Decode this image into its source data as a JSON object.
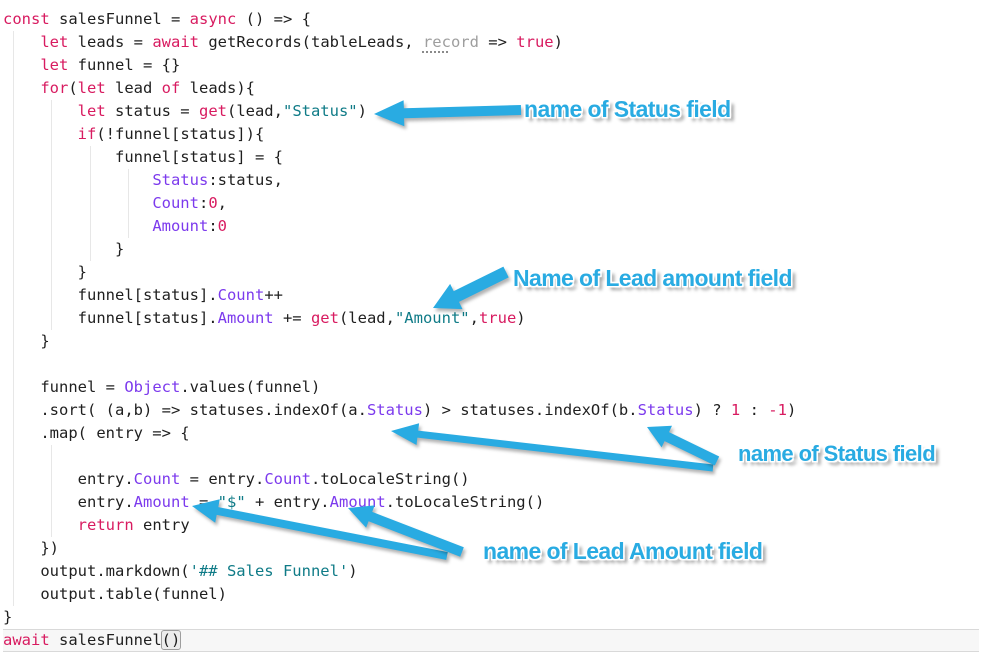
{
  "editor": {
    "language": "javascript",
    "background_color": "#ffffff",
    "syntax_colors": {
      "keyword": "#d81b60",
      "property": "#7c3aed",
      "string": "#0f7b87",
      "number": "#d81b60",
      "default": "#1f1f1f",
      "unused_param": "#9e9e9e",
      "indent_guide": "#e7e7e7"
    },
    "lines": [
      {
        "g": 0,
        "tokens": [
          {
            "c": "k",
            "t": "const"
          },
          {
            "c": "d",
            "t": " salesFunnel = "
          },
          {
            "c": "k",
            "t": "async"
          },
          {
            "c": "d",
            "t": " () => {"
          }
        ]
      },
      {
        "g": 1,
        "tokens": [
          {
            "c": "d",
            "t": "    "
          },
          {
            "c": "k",
            "t": "let"
          },
          {
            "c": "d",
            "t": " leads = "
          },
          {
            "c": "k",
            "t": "await"
          },
          {
            "c": "d",
            "t": " getRecords(tableLeads, "
          },
          {
            "c": "gu",
            "t": "rec"
          },
          {
            "c": "g",
            "t": "ord"
          },
          {
            "c": "d",
            "t": " => "
          },
          {
            "c": "k",
            "t": "true"
          },
          {
            "c": "d",
            "t": ")"
          }
        ]
      },
      {
        "g": 1,
        "tokens": [
          {
            "c": "d",
            "t": "    "
          },
          {
            "c": "k",
            "t": "let"
          },
          {
            "c": "d",
            "t": " funnel = {}"
          }
        ]
      },
      {
        "g": 1,
        "tokens": [
          {
            "c": "d",
            "t": "    "
          },
          {
            "c": "k",
            "t": "for"
          },
          {
            "c": "d",
            "t": "("
          },
          {
            "c": "k",
            "t": "let"
          },
          {
            "c": "d",
            "t": " lead "
          },
          {
            "c": "k",
            "t": "of"
          },
          {
            "c": "d",
            "t": " leads){"
          }
        ]
      },
      {
        "g": 2,
        "tokens": [
          {
            "c": "d",
            "t": "        "
          },
          {
            "c": "k",
            "t": "let"
          },
          {
            "c": "d",
            "t": " status = "
          },
          {
            "c": "k",
            "t": "get"
          },
          {
            "c": "d",
            "t": "(lead,"
          },
          {
            "c": "s",
            "t": "\"Status\""
          },
          {
            "c": "d",
            "t": ")"
          }
        ]
      },
      {
        "g": 2,
        "tokens": [
          {
            "c": "d",
            "t": "        "
          },
          {
            "c": "k",
            "t": "if"
          },
          {
            "c": "d",
            "t": "(!funnel[status]){"
          }
        ]
      },
      {
        "g": 3,
        "tokens": [
          {
            "c": "d",
            "t": "            funnel[status] = {"
          }
        ]
      },
      {
        "g": 4,
        "tokens": [
          {
            "c": "d",
            "t": "                "
          },
          {
            "c": "p",
            "t": "Status"
          },
          {
            "c": "d",
            "t": ":status,"
          }
        ]
      },
      {
        "g": 4,
        "tokens": [
          {
            "c": "d",
            "t": "                "
          },
          {
            "c": "p",
            "t": "Count"
          },
          {
            "c": "d",
            "t": ":"
          },
          {
            "c": "n",
            "t": "0"
          },
          {
            "c": "d",
            "t": ","
          }
        ]
      },
      {
        "g": 4,
        "tokens": [
          {
            "c": "d",
            "t": "                "
          },
          {
            "c": "p",
            "t": "Amount"
          },
          {
            "c": "d",
            "t": ":"
          },
          {
            "c": "n",
            "t": "0"
          }
        ]
      },
      {
        "g": 3,
        "tokens": [
          {
            "c": "d",
            "t": "            }"
          }
        ]
      },
      {
        "g": 2,
        "tokens": [
          {
            "c": "d",
            "t": "        }"
          }
        ]
      },
      {
        "g": 2,
        "tokens": [
          {
            "c": "d",
            "t": "        funnel[status]."
          },
          {
            "c": "p",
            "t": "Count"
          },
          {
            "c": "d",
            "t": "++"
          }
        ]
      },
      {
        "g": 2,
        "tokens": [
          {
            "c": "d",
            "t": "        funnel[status]."
          },
          {
            "c": "p",
            "t": "Amount"
          },
          {
            "c": "d",
            "t": " += "
          },
          {
            "c": "k",
            "t": "get"
          },
          {
            "c": "d",
            "t": "(lead,"
          },
          {
            "c": "s",
            "t": "\"Amount\""
          },
          {
            "c": "d",
            "t": ","
          },
          {
            "c": "k",
            "t": "true"
          },
          {
            "c": "d",
            "t": ")"
          }
        ]
      },
      {
        "g": 1,
        "tokens": [
          {
            "c": "d",
            "t": "    }"
          }
        ]
      },
      {
        "g": 1,
        "tokens": []
      },
      {
        "g": 1,
        "tokens": [
          {
            "c": "d",
            "t": "    funnel = "
          },
          {
            "c": "p",
            "t": "Object"
          },
          {
            "c": "d",
            "t": ".values(funnel)"
          }
        ]
      },
      {
        "g": 1,
        "tokens": [
          {
            "c": "d",
            "t": "    .sort( (a,b) => statuses.indexOf(a."
          },
          {
            "c": "p",
            "t": "Status"
          },
          {
            "c": "d",
            "t": ") > statuses.indexOf(b."
          },
          {
            "c": "p",
            "t": "Status"
          },
          {
            "c": "d",
            "t": ") ? "
          },
          {
            "c": "n",
            "t": "1"
          },
          {
            "c": "d",
            "t": " : "
          },
          {
            "c": "n",
            "t": "-1"
          },
          {
            "c": "d",
            "t": ")"
          }
        ]
      },
      {
        "g": 1,
        "tokens": [
          {
            "c": "d",
            "t": "    .map( entry => {"
          }
        ]
      },
      {
        "g": 2,
        "tokens": []
      },
      {
        "g": 2,
        "tokens": [
          {
            "c": "d",
            "t": "        entry."
          },
          {
            "c": "p",
            "t": "Count"
          },
          {
            "c": "d",
            "t": " = entry."
          },
          {
            "c": "p",
            "t": "Count"
          },
          {
            "c": "d",
            "t": ".toLocaleString()"
          }
        ]
      },
      {
        "g": 2,
        "tokens": [
          {
            "c": "d",
            "t": "        entry."
          },
          {
            "c": "p",
            "t": "Amount"
          },
          {
            "c": "d",
            "t": " = "
          },
          {
            "c": "s",
            "t": "\"$\""
          },
          {
            "c": "d",
            "t": " + entry."
          },
          {
            "c": "p",
            "t": "Amount"
          },
          {
            "c": "d",
            "t": ".toLocaleString()"
          }
        ]
      },
      {
        "g": 2,
        "tokens": [
          {
            "c": "d",
            "t": "        "
          },
          {
            "c": "k",
            "t": "return"
          },
          {
            "c": "d",
            "t": " entry"
          }
        ]
      },
      {
        "g": 1,
        "tokens": [
          {
            "c": "d",
            "t": "    })"
          }
        ]
      },
      {
        "g": 1,
        "tokens": [
          {
            "c": "d",
            "t": "    output.markdown("
          },
          {
            "c": "s",
            "t": "'## Sales Funnel'"
          },
          {
            "c": "d",
            "t": ")"
          }
        ]
      },
      {
        "g": 1,
        "tokens": [
          {
            "c": "d",
            "t": "    output.table(funnel)"
          }
        ]
      },
      {
        "g": 0,
        "tokens": [
          {
            "c": "d",
            "t": "}"
          }
        ]
      },
      {
        "g": 0,
        "cur": true,
        "tokens": [
          {
            "c": "k",
            "t": "await"
          },
          {
            "c": "d",
            "t": " salesFunnel"
          },
          {
            "c": "b",
            "t": "()"
          }
        ]
      }
    ]
  },
  "annotations": {
    "accent_color": "#29abe2",
    "labels": [
      {
        "text": "name of Status field"
      },
      {
        "text": "Name of Lead amount field"
      },
      {
        "text": "name of Status field"
      },
      {
        "text": "name of Lead Amount field"
      }
    ]
  }
}
